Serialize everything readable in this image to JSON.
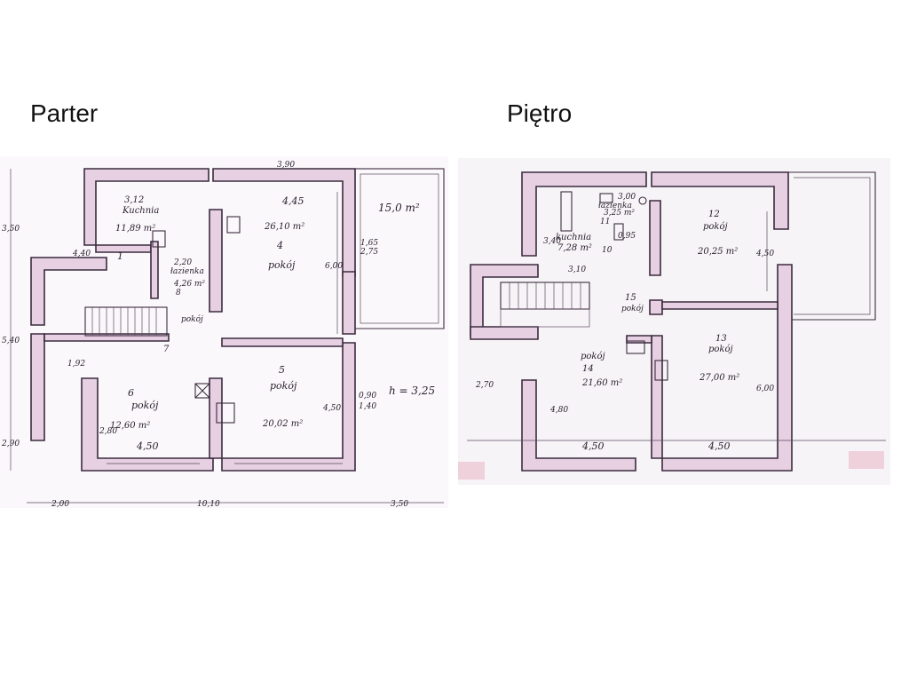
{
  "floors": {
    "ground": {
      "title": "Parter",
      "labels": {
        "kitchen_num": "3,12",
        "kitchen_name": "Kuchnia",
        "kitchen_area": "11,89 m²",
        "room4_num": "4",
        "room4_name": "pokój",
        "room4_area": "26,10 m²",
        "room4_w": "4,45",
        "room1_num": "1",
        "bath_w": "2,20",
        "bath_name": "łazienka",
        "bath_area": "4,26 m²",
        "bath_num": "8",
        "room6_num": "6",
        "room6_name": "pokój",
        "room6_area": "12,60 m²",
        "room5_num": "5",
        "room5_name": "pokój",
        "room5_area": "20,02 m²",
        "terrace_area": "15,0 m²",
        "dim_bottom_left": "4,50",
        "dim_right_600": "6,00",
        "dim_450": "4,50",
        "dim_350": "3,50",
        "dim_540": "5,40",
        "dim_290": "2,90",
        "dim_440": "4,40",
        "dim_192": "1,92",
        "dim_280": "2,80",
        "dim_165": "1,65",
        "dim_275": "2,75",
        "dim_090": "0,90",
        "dim_140": "1,40",
        "dim_h": "h = 3,25",
        "room7_num": "7",
        "room9_name": "pokój",
        "dim_350_bottom": "3,50",
        "dim_200_bottom": "2,00",
        "dim_1010_bottom": "10,10",
        "dim_390_top": "3,90"
      }
    },
    "upper": {
      "title": "Piętro",
      "labels": {
        "kitchen_name": "kuchnia",
        "kitchen_area": "7,28 m²",
        "kitchen_num": "10",
        "bath_name": "łazienka",
        "bath_area": "3,25 m²",
        "bath_w": "3,00",
        "room12_num": "12",
        "room12_name": "pokój",
        "room12_area": "20,25 m²",
        "dim_450_right": "4,50",
        "room13_num": "13",
        "room13_name": "pokój",
        "room13_area": "27,00 m²",
        "dim_600": "6,00",
        "room14_num": "14",
        "room14_name": "pokój",
        "room14_area": "21,60 m²",
        "dim_480": "4,80",
        "dim_450_a": "4,50",
        "dim_450_b": "4,50",
        "dim_310": "3,10",
        "dim_340": "3,40",
        "dim_095": "0,95",
        "dim_270": "2,70",
        "hall_num": "15",
        "hall_name": "pokój",
        "num_11": "11"
      }
    }
  },
  "colors": {
    "wall_fill": "#e6d0e2",
    "ink": "#3b2b3e",
    "paper": "#fbf8fb"
  }
}
